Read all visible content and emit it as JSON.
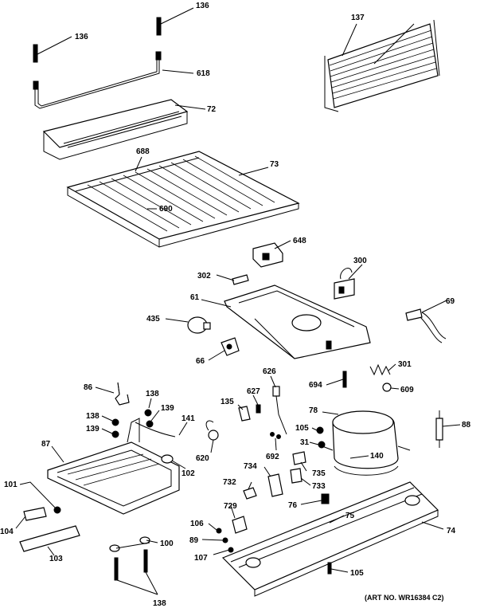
{
  "labels": [
    "136",
    "136",
    "618",
    "72",
    "137",
    "688",
    "73",
    "690",
    "648",
    "300",
    "302",
    "61",
    "69",
    "435",
    "66",
    "626",
    "301",
    "694",
    "609",
    "86",
    "138",
    "627",
    "135",
    "139",
    "138",
    "139",
    "141",
    "78",
    "88",
    "105",
    "31",
    "87",
    "620",
    "692",
    "102",
    "140",
    "734",
    "735",
    "733",
    "101",
    "732",
    "76",
    "729",
    "104",
    "106",
    "75",
    "89",
    "107",
    "74",
    "103",
    "100",
    "105",
    "138"
  ],
  "art_number": "(ART NO. WR16384 C2)"
}
